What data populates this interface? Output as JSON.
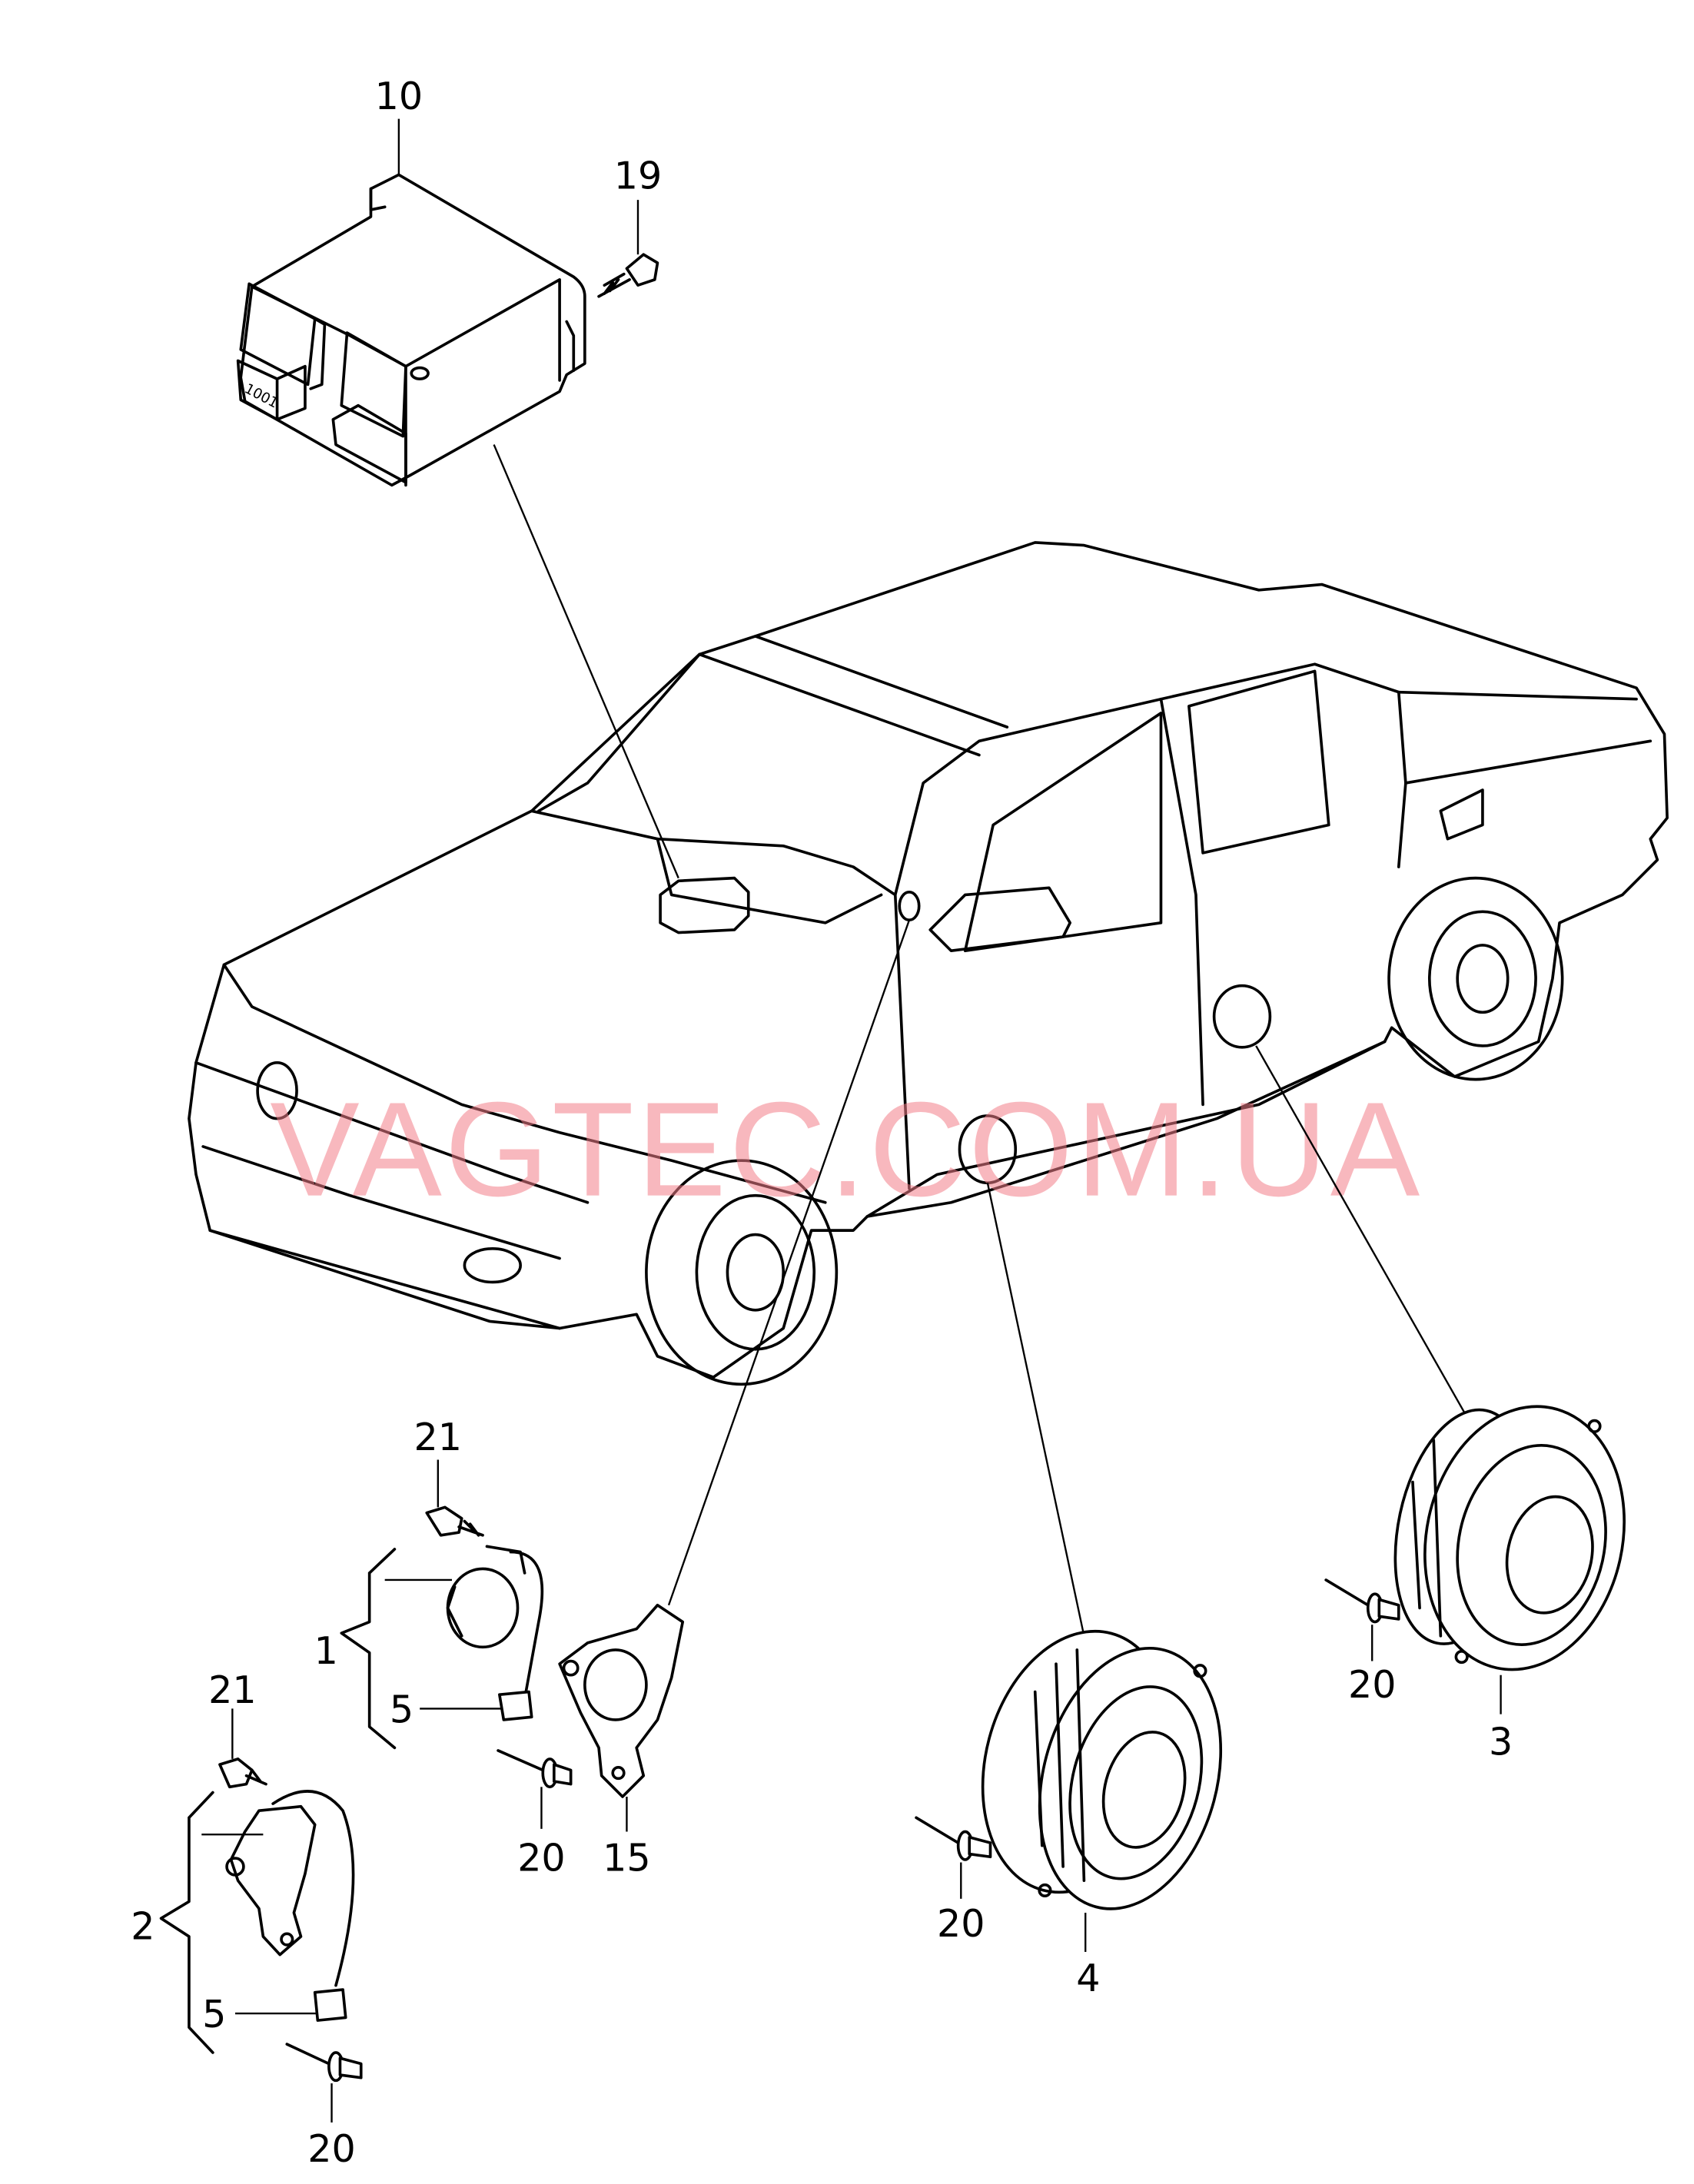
{
  "diagram": {
    "watermark": "VAGTEC.COM.UA",
    "watermark_color": "#f27d88",
    "module_marking": "1001",
    "callouts": [
      {
        "id": "control-unit",
        "label": "10"
      },
      {
        "id": "screw-control-unit",
        "label": "19"
      },
      {
        "id": "screw-sensor-1",
        "label": "21"
      },
      {
        "id": "sensor-1",
        "label": "1"
      },
      {
        "id": "connector-sensor-1",
        "label": "5"
      },
      {
        "id": "screw-sensor-2",
        "label": "21"
      },
      {
        "id": "sensor-2",
        "label": "2"
      },
      {
        "id": "connector-sensor-2",
        "label": "5"
      },
      {
        "id": "rivet-sensor-1",
        "label": "20"
      },
      {
        "id": "bracket",
        "label": "15"
      },
      {
        "id": "rivet-sensor-2",
        "label": "20"
      },
      {
        "id": "rivet-front-door-sensor",
        "label": "20"
      },
      {
        "id": "front-door-sensor",
        "label": "4"
      },
      {
        "id": "rivet-rear-door-sensor",
        "label": "20"
      },
      {
        "id": "rear-door-sensor",
        "label": "3"
      }
    ]
  }
}
